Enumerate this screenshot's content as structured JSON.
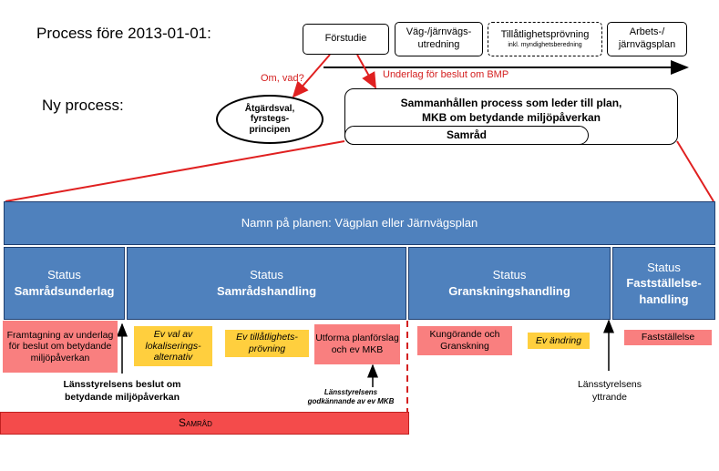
{
  "header": {
    "old_process": "Process före 2013-01-01:",
    "new_process": "Ny process:"
  },
  "old_steps": [
    {
      "label": "Förstudie",
      "sub": ""
    },
    {
      "label": "Väg-/järnvägs-\nutredning",
      "sub": ""
    },
    {
      "label": "Tillåtlighetsprövning",
      "sub": "inkl. myndighetsberedning"
    },
    {
      "label": "Arbets-/\njärnvägsplan",
      "sub": ""
    }
  ],
  "arrow_labels": {
    "om_vad": "Om, vad?",
    "underlag": "Underlag för beslut om BMP"
  },
  "oval": "Åtgärdsval,\nfyrstegs-\nprincipen",
  "new_box": {
    "text": "Sammanhållen process som leder till plan,\nMKB om betydande miljöpåverkan",
    "samrad": "Samråd"
  },
  "plan_header": "Namn på planen: Vägplan eller Järnvägsplan",
  "phases": [
    {
      "status": "Status",
      "name": "Samrådsunderlag"
    },
    {
      "status": "Status",
      "name": "Samrådshandling"
    },
    {
      "status": "Status",
      "name": "Granskningshandling"
    },
    {
      "status": "Status",
      "name": "Fastställelse-\nhandling"
    }
  ],
  "notes": [
    "Framtagning av underlag för beslut om betydande miljöpåverkan",
    "Ev val av lokaliserings-alternativ",
    "Ev tillåtlighets-prövning",
    "Utforma planförslag och ev MKB",
    "Kungörande och Granskning",
    "Ev ändring",
    "Fastställelse"
  ],
  "captions": {
    "lst_beslut": "Länsstyrelsens beslut om\nbetydande miljöpåverkan",
    "lst_godk": "Länsstyrelsens\ngodkännande av ev MKB",
    "lst_yttrande": "Länsstyrelsens\nyttrande"
  },
  "samrad_bar": "Samråd",
  "colors": {
    "phase_blue": "#4f81bd",
    "note_red": "#f97f7f",
    "note_yellow": "#ffcf3e",
    "samrad_red": "#f44b4b",
    "arrow_red": "#e02020"
  }
}
